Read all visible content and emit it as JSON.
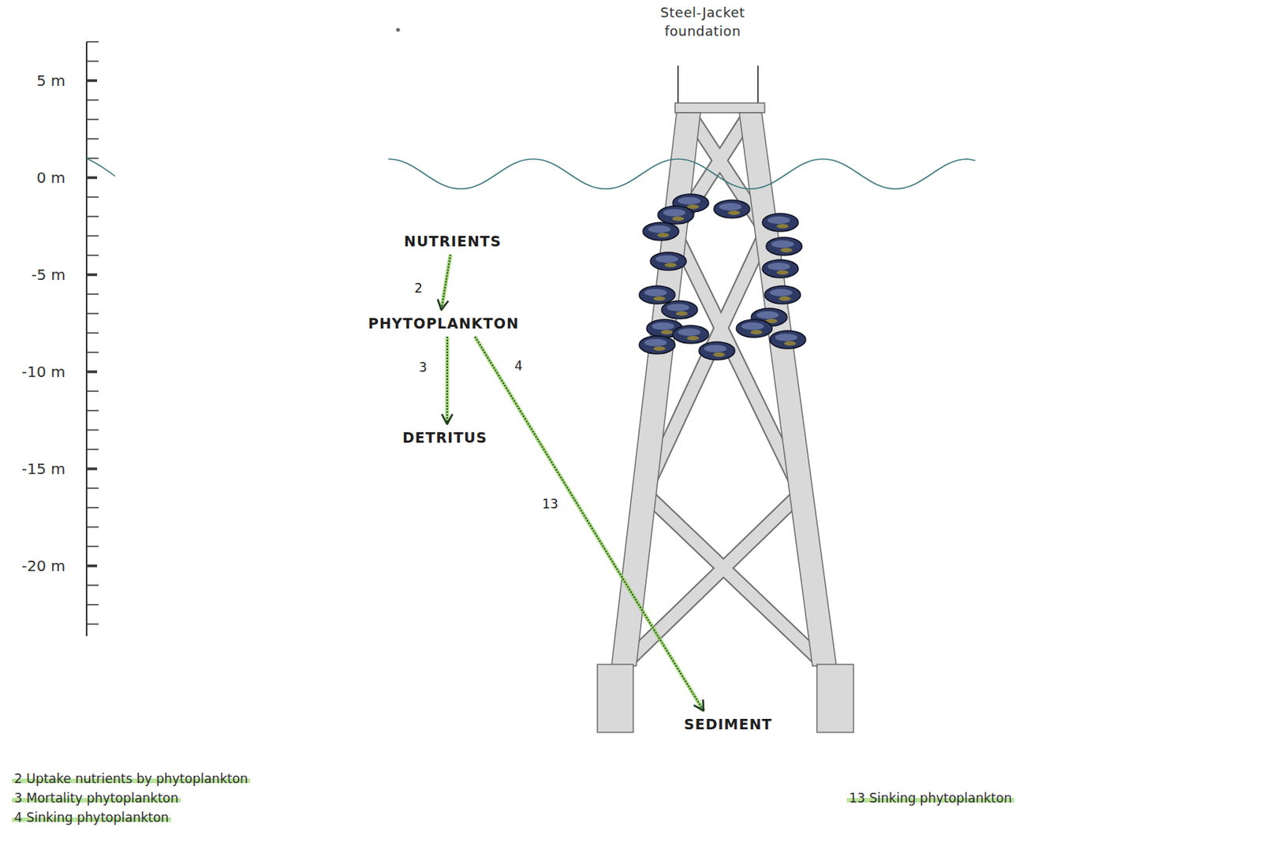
{
  "diagram": {
    "nodes": [
      {
        "text": [
          "NUTRIENTS"
        ]
      },
      {
        "text": [
          "PHYTOPLANKTON"
        ]
      },
      {
        "text": [
          "DETRITUS"
        ]
      },
      {
        "text": [
          "SEDIMENT"
        ]
      }
    ],
    "edges": [
      {
        "from": 0,
        "to": 1,
        "arrow": "to",
        "label": "2"
      },
      {
        "from": 1,
        "to": 2,
        "arrow": "to",
        "label": "3"
      },
      {
        "from": 1,
        "to": 3,
        "arrow": "to",
        "label": "4"
      }
    ],
    "labels": [
      "Steel-Jacket foundation",
      "5 m",
      "0 m",
      "-5 m",
      "-10 m",
      "-15 m",
      "-20 m",
      "13"
    ],
    "legend": [
      {
        "text": "2 Uptake nutrients by phytoplankton"
      },
      {
        "text": "3 Mortality phytoplankton"
      },
      {
        "text": "4 Sinking phytoplankton"
      },
      {
        "text": "13 Sinking phytoplankton"
      }
    ]
  }
}
